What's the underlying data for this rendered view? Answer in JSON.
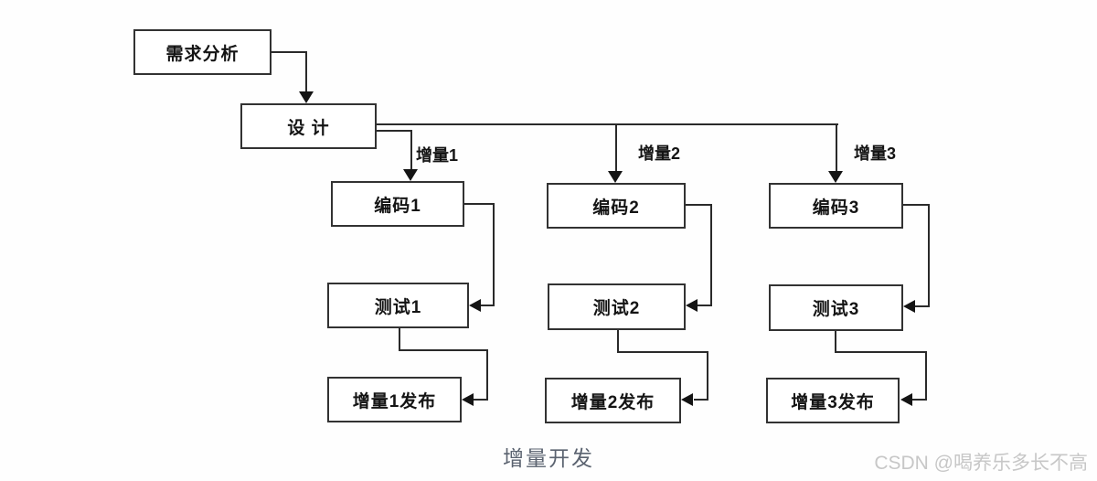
{
  "diagram": {
    "caption": "增量开发",
    "watermark": "CSDN @喝养乐多长不高",
    "nodes": {
      "requirements": {
        "label": "需求分析"
      },
      "design": {
        "label": "设 计"
      },
      "increment1": {
        "branch_label": "增量1",
        "code": "编码1",
        "test": "测试1",
        "release": "增量1发布"
      },
      "increment2": {
        "branch_label": "增量2",
        "code": "编码2",
        "test": "测试2",
        "release": "增量2发布"
      },
      "increment3": {
        "branch_label": "增量3",
        "code": "编码3",
        "test": "测试3",
        "release": "增量3发布"
      }
    },
    "colors": {
      "line": "#2a2a2a",
      "box_border": "#323232",
      "box_background": "#ffffff",
      "caption": "#5b6370",
      "watermark": "#c7c7c7"
    }
  }
}
